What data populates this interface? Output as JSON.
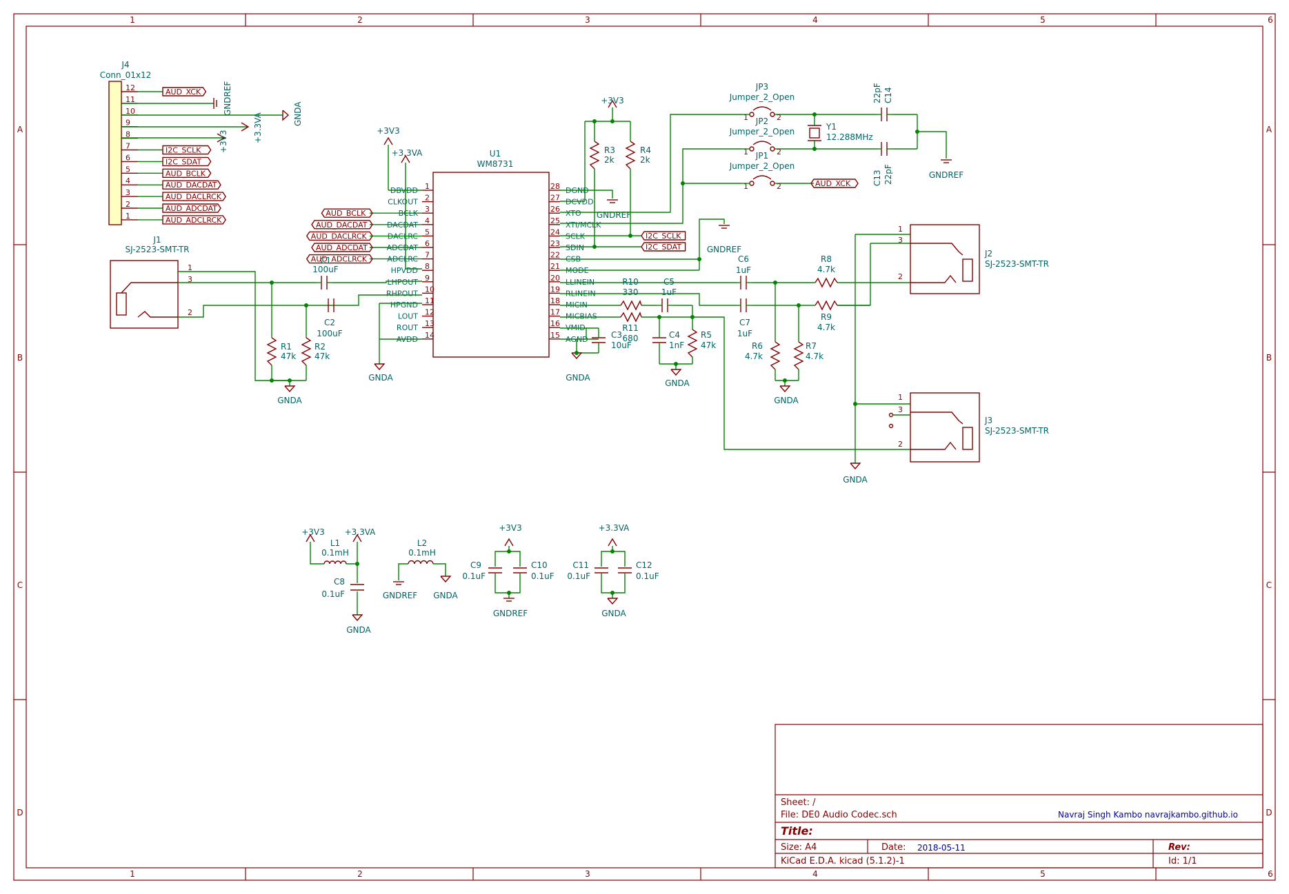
{
  "frame": {
    "columns": [
      "1",
      "2",
      "3",
      "4",
      "5",
      "6"
    ],
    "rows": [
      "A",
      "B",
      "C",
      "D"
    ]
  },
  "connector_j4": {
    "ref": "J4",
    "value": "Conn_01x12",
    "pins": [
      "12",
      "11",
      "10",
      "9",
      "8",
      "7",
      "6",
      "5",
      "4",
      "3",
      "2",
      "1"
    ],
    "labels": [
      "AUD_XCK",
      "",
      "",
      "",
      "",
      "I2C_SCLK",
      "I2C_SDAT",
      "AUD_BCLK",
      "AUD_DACDAT",
      "AUD_DACLRCK",
      "AUD_ADCDAT",
      "AUD_ADCLRCK"
    ],
    "power": {
      "gndref": "GNDREF",
      "gnda": "GNDA",
      "v33a": "+3.3VA",
      "v3v3": "+3V3"
    }
  },
  "u1": {
    "ref": "U1",
    "value": "WM8731",
    "left_pins": [
      {
        "num": "1",
        "name": "DBVDD"
      },
      {
        "num": "2",
        "name": "CLKOUT"
      },
      {
        "num": "3",
        "name": "BCLK"
      },
      {
        "num": "4",
        "name": "DACDAT"
      },
      {
        "num": "5",
        "name": "DACLRC"
      },
      {
        "num": "6",
        "name": "ADCDAT"
      },
      {
        "num": "7",
        "name": "ADCLRC"
      },
      {
        "num": "8",
        "name": "HPVDD"
      },
      {
        "num": "9",
        "name": "LHPOUT"
      },
      {
        "num": "10",
        "name": "RHPOUT"
      },
      {
        "num": "11",
        "name": "HPGND"
      },
      {
        "num": "12",
        "name": "LOUT"
      },
      {
        "num": "13",
        "name": "ROUT"
      },
      {
        "num": "14",
        "name": "AVDD"
      }
    ],
    "right_pins": [
      {
        "num": "28",
        "name": "DGND"
      },
      {
        "num": "27",
        "name": "DCVDD"
      },
      {
        "num": "26",
        "name": "XTO"
      },
      {
        "num": "25",
        "name": "XTI/MCLK"
      },
      {
        "num": "24",
        "name": "SCLK"
      },
      {
        "num": "23",
        "name": "SDIN"
      },
      {
        "num": "22",
        "name": "CSB"
      },
      {
        "num": "21",
        "name": "MODE"
      },
      {
        "num": "20",
        "name": "LLINEIN"
      },
      {
        "num": "19",
        "name": "RLINEIN"
      },
      {
        "num": "18",
        "name": "MICIN"
      },
      {
        "num": "17",
        "name": "MICBIAS"
      },
      {
        "num": "16",
        "name": "VMID"
      },
      {
        "num": "15",
        "name": "AGND"
      }
    ],
    "left_labels": [
      "AUD_BCLK",
      "AUD_DACDAT",
      "AUD_DACLRCK",
      "AUD_ADCDAT",
      "AUD_ADCLRCK"
    ],
    "right_labels": [
      "I2C_SCLK",
      "I2C_SDAT"
    ]
  },
  "parts": {
    "j1": {
      "ref": "J1",
      "value": "SJ-2523-SMT-TR"
    },
    "j2": {
      "ref": "J2",
      "value": "SJ-2523-SMT-TR"
    },
    "j3": {
      "ref": "J3",
      "value": "SJ-2523-SMT-TR"
    },
    "c1": {
      "ref": "C1",
      "value": "100uF"
    },
    "c2": {
      "ref": "C2",
      "value": "100uF"
    },
    "r1": {
      "ref": "R1",
      "value": "47k"
    },
    "r2": {
      "ref": "R2",
      "value": "47k"
    },
    "r3": {
      "ref": "R3",
      "value": "2k"
    },
    "r4": {
      "ref": "R4",
      "value": "2k"
    },
    "jp1": {
      "ref": "JP1",
      "value": "Jumper_2_Open"
    },
    "jp2": {
      "ref": "JP2",
      "value": "Jumper_2_Open"
    },
    "jp3": {
      "ref": "JP3",
      "value": "Jumper_2_Open"
    },
    "y1": {
      "ref": "Y1",
      "value": "12.288MHz"
    },
    "c13": {
      "ref": "C13",
      "value": "22pF"
    },
    "c14": {
      "ref": "C14",
      "value": "22pF"
    },
    "c6": {
      "ref": "C6",
      "value": "1uF"
    },
    "c7": {
      "ref": "C7",
      "value": "1uF"
    },
    "r8": {
      "ref": "R8",
      "value": "4.7k"
    },
    "r9": {
      "ref": "R9",
      "value": "4.7k"
    },
    "r6": {
      "ref": "R6",
      "value": "4.7k"
    },
    "r7": {
      "ref": "R7",
      "value": "4.7k"
    },
    "r10": {
      "ref": "R10",
      "value": "330"
    },
    "r11": {
      "ref": "R11",
      "value": "680"
    },
    "c5": {
      "ref": "C5",
      "value": "1uF"
    },
    "c4": {
      "ref": "C4",
      "value": "1nF"
    },
    "r5": {
      "ref": "R5",
      "value": "47k"
    },
    "c3": {
      "ref": "C3",
      "value": "10uF"
    },
    "l1": {
      "ref": "L1",
      "value": "0.1mH"
    },
    "l2": {
      "ref": "L2",
      "value": "0.1mH"
    },
    "c8": {
      "ref": "C8",
      "value": "0.1uF"
    },
    "c9": {
      "ref": "C9",
      "value": "0.1uF"
    },
    "c10": {
      "ref": "C10",
      "value": "0.1uF"
    },
    "c11": {
      "ref": "C11",
      "value": "0.1uF"
    },
    "c12": {
      "ref": "C12",
      "value": "0.1uF"
    }
  },
  "jumper_labels": {
    "aud_xck": "AUD_XCK"
  },
  "power": {
    "gnda": "GNDA",
    "gndref": "GNDREF",
    "v3v3": "+3V3",
    "v33a": "+3.3VA"
  },
  "jack_pins": {
    "p1": "1",
    "p2": "2",
    "p3": "3"
  },
  "title_block": {
    "sheet": "Sheet: /",
    "file": "File: DE0 Audio Codec.sch",
    "author": "Navraj Singh Kambo navrajkambo.github.io",
    "title": "Title:",
    "size": "Size: A4",
    "date_label": "Date:",
    "date": "2018-05-11",
    "rev": "Rev:",
    "tool": "KiCad E.D.A.  kicad (5.1.2)-1",
    "id": "Id: 1/1"
  }
}
